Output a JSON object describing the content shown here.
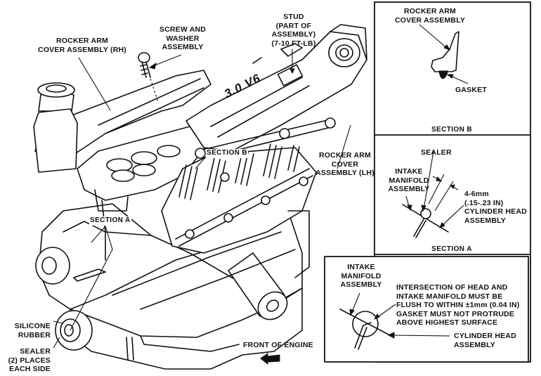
{
  "diagram": {
    "subject": "3.0L V6 engine rocker arm cover installation",
    "engine_badge": "3.0 V6",
    "main_view_labels": {
      "rocker_arm_cover_rh": [
        "ROCKER ARM",
        "COVER ASSEMBLY (RH)"
      ],
      "screw_and_washer": [
        "SCREW AND",
        "WASHER",
        "ASSEMBLY"
      ],
      "stud": [
        "STUD",
        "(PART OF",
        "ASSEMBLY)",
        "(7-10 FT-LB)"
      ],
      "rocker_arm_cover_lh": [
        "ROCKER ARM",
        "COVER",
        "ASSEMBLY (LH)"
      ],
      "section_b_callout": "SECTION B",
      "section_a_callout": "SECTION A",
      "silicone_rubber": [
        "SILICONE",
        "RUBBER"
      ],
      "sealer_places": [
        "SEALER",
        "(2) PLACES",
        "EACH SIDE"
      ],
      "front_of_engine": "FRONT OF ENGINE",
      "front_arrow_icon": "arrow-left-icon"
    },
    "section_b": {
      "title": "SECTION B",
      "labels": {
        "rocker_arm_cover": [
          "ROCKER ARM",
          "COVER ASSEMBLY"
        ],
        "gasket": "GASKET"
      }
    },
    "section_a": {
      "title": "SECTION A",
      "labels": {
        "sealer": "SEALER",
        "intake_manifold": [
          "INTAKE",
          "MANIFOLD",
          "ASSEMBLY"
        ],
        "dimension": [
          "4-6mm",
          "(.15-.23 IN)"
        ],
        "cylinder_head": [
          "CYLINDER HEAD",
          "ASSEMBLY"
        ]
      }
    },
    "flush_detail": {
      "labels": {
        "intake_manifold": [
          "INTAKE",
          "MANIFOLD",
          "ASSEMBLY"
        ],
        "note": [
          "INTERSECTION OF HEAD AND",
          "INTAKE MANIFOLD MUST BE",
          "FLUSH TO WITHIN ±1mm (0.04 IN)",
          "GASKET MUST NOT PROTRUDE",
          "ABOVE HIGHEST SURFACE"
        ],
        "cylinder_head": [
          "CYLINDER HEAD",
          "ASSEMBLY"
        ]
      }
    }
  }
}
